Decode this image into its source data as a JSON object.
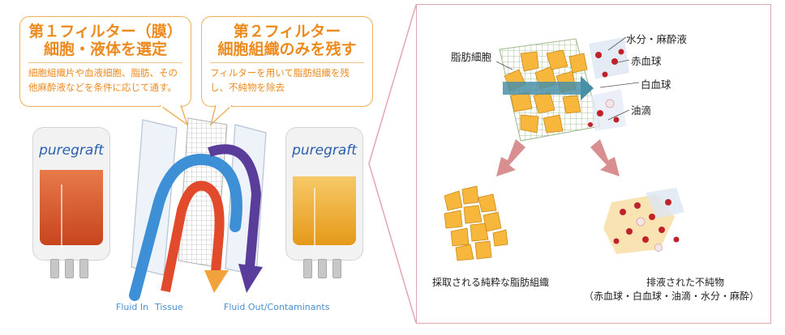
{
  "bubble1": {
    "title_line1": "第１フィルター（膜）",
    "title_line2": "細胞・液体を選定",
    "body": "細胞組織片や血液細胞、脂肪、その他麻酔液などを条件に応じて通す。"
  },
  "bubble2": {
    "title_line1": "第２フィルター",
    "title_line2": "細胞組織のみを残す",
    "body": "フィルターを用いて脂肪組織を残し、不純物を除去"
  },
  "bag_left": {
    "logo": "puregraft"
  },
  "bag_right": {
    "logo": "puregraft"
  },
  "flow_labels": {
    "fluid_in": "Fluid In",
    "tissue": "Tissue",
    "fluid_out": "Fluid Out/Contaminants"
  },
  "diagram": {
    "fat_cells": "脂肪細胞",
    "water_anesthetic": "水分・麻酔液",
    "red_blood_cells": "赤血球",
    "white_blood_cells": "白血球",
    "oil_droplets": "油滴",
    "harvested_caption": "採取される純粋な脂肪組織",
    "drained_caption_line1": "排液された不純物",
    "drained_caption_line2": "（赤血球・白血球・油滴・水分・麻酔）"
  },
  "colors": {
    "accent_orange": "#ec8a1e",
    "bubble_border": "#f0b15d",
    "fat_yellow": "#f6b73c",
    "blood_red": "#c0222b",
    "arrow_pink": "#d98f8f",
    "flow_blue": "#3d8fd6",
    "flow_red": "#e14a2a",
    "flow_purple": "#5a3d9a",
    "panel_border": "#e2a7ac",
    "logo_blue": "#2a5fae"
  }
}
